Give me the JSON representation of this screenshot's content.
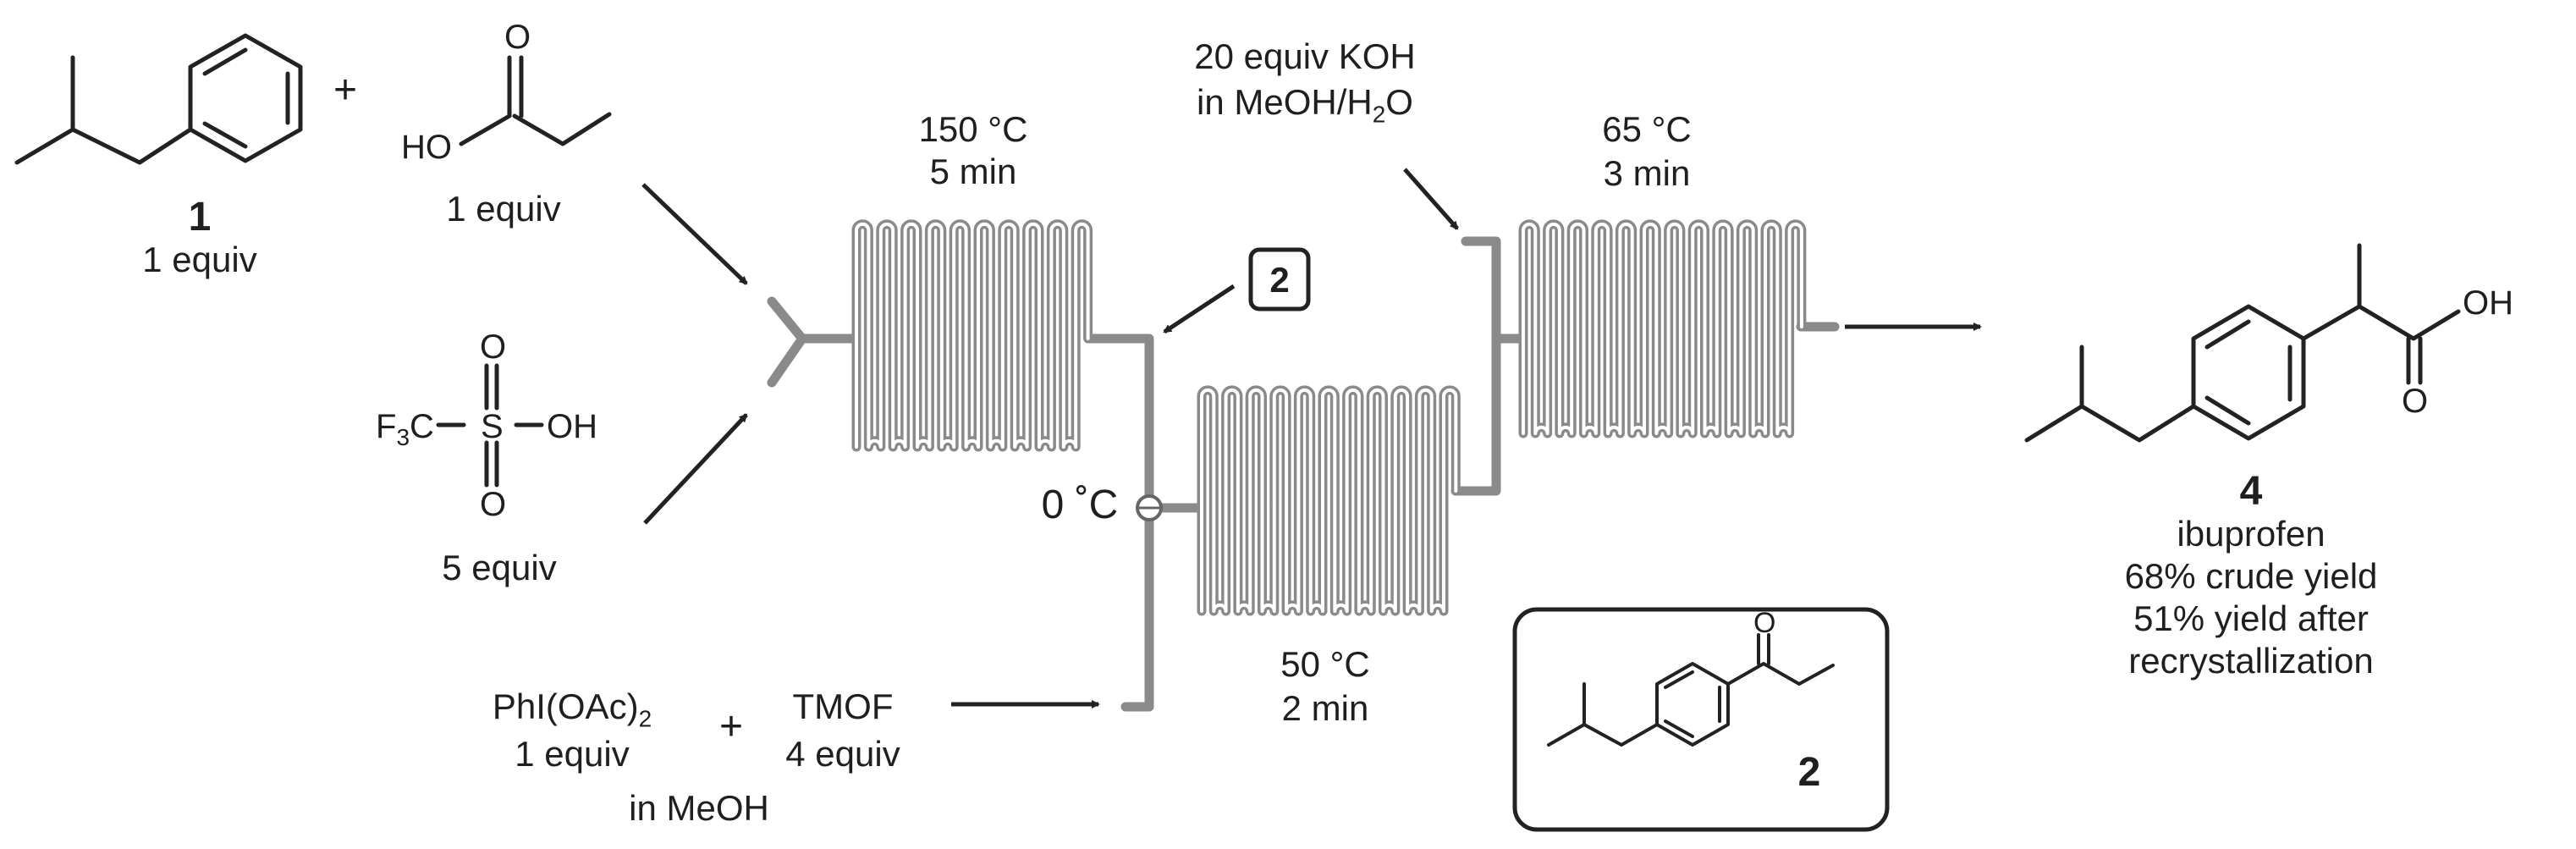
{
  "reagents": {
    "compound1": {
      "number": "1",
      "equiv": "1 equiv"
    },
    "plus_top": "+",
    "propanoic_acid": {
      "atom_O": "O",
      "atom_HO": "HO",
      "equiv": "1 equiv"
    },
    "triflic_acid": {
      "atom_O_top": "O",
      "atom_O_bottom": "O",
      "atom_F3C": "F",
      "atom_F3C_sub": "3",
      "atom_C": "C",
      "atom_S": "S",
      "atom_OH": "OH",
      "equiv": "5 equiv"
    },
    "oxidant": {
      "formula": "PhI(OAc)",
      "formula_sub": "2",
      "equiv": "1 equiv"
    },
    "plus_bottom": "+",
    "tmof": {
      "name": "TMOF",
      "equiv": "4 equiv"
    },
    "solvent": "in MeOH"
  },
  "reactors": {
    "reactor1": {
      "temp": "150 °C",
      "time": "5 min"
    },
    "intermediate_label": "2",
    "cooling": "0 ˚C",
    "reactor2": {
      "temp": "50 °C",
      "time": "2 min"
    },
    "reactor3": {
      "temp": "65 °C",
      "time": "3 min"
    },
    "base": {
      "line1": "20 equiv KOH",
      "line2_a": "in MeOH/H",
      "line2_sub": "2",
      "line2_b": "O"
    }
  },
  "product": {
    "atom_O": "O",
    "atom_OH": "OH",
    "number": "4",
    "name": "ibuprofen",
    "crude_yield": "68% crude yield",
    "yield_line1": "51% yield after",
    "yield_line2": "recrystallization"
  },
  "inset": {
    "atom_O": "O",
    "number": "2"
  }
}
